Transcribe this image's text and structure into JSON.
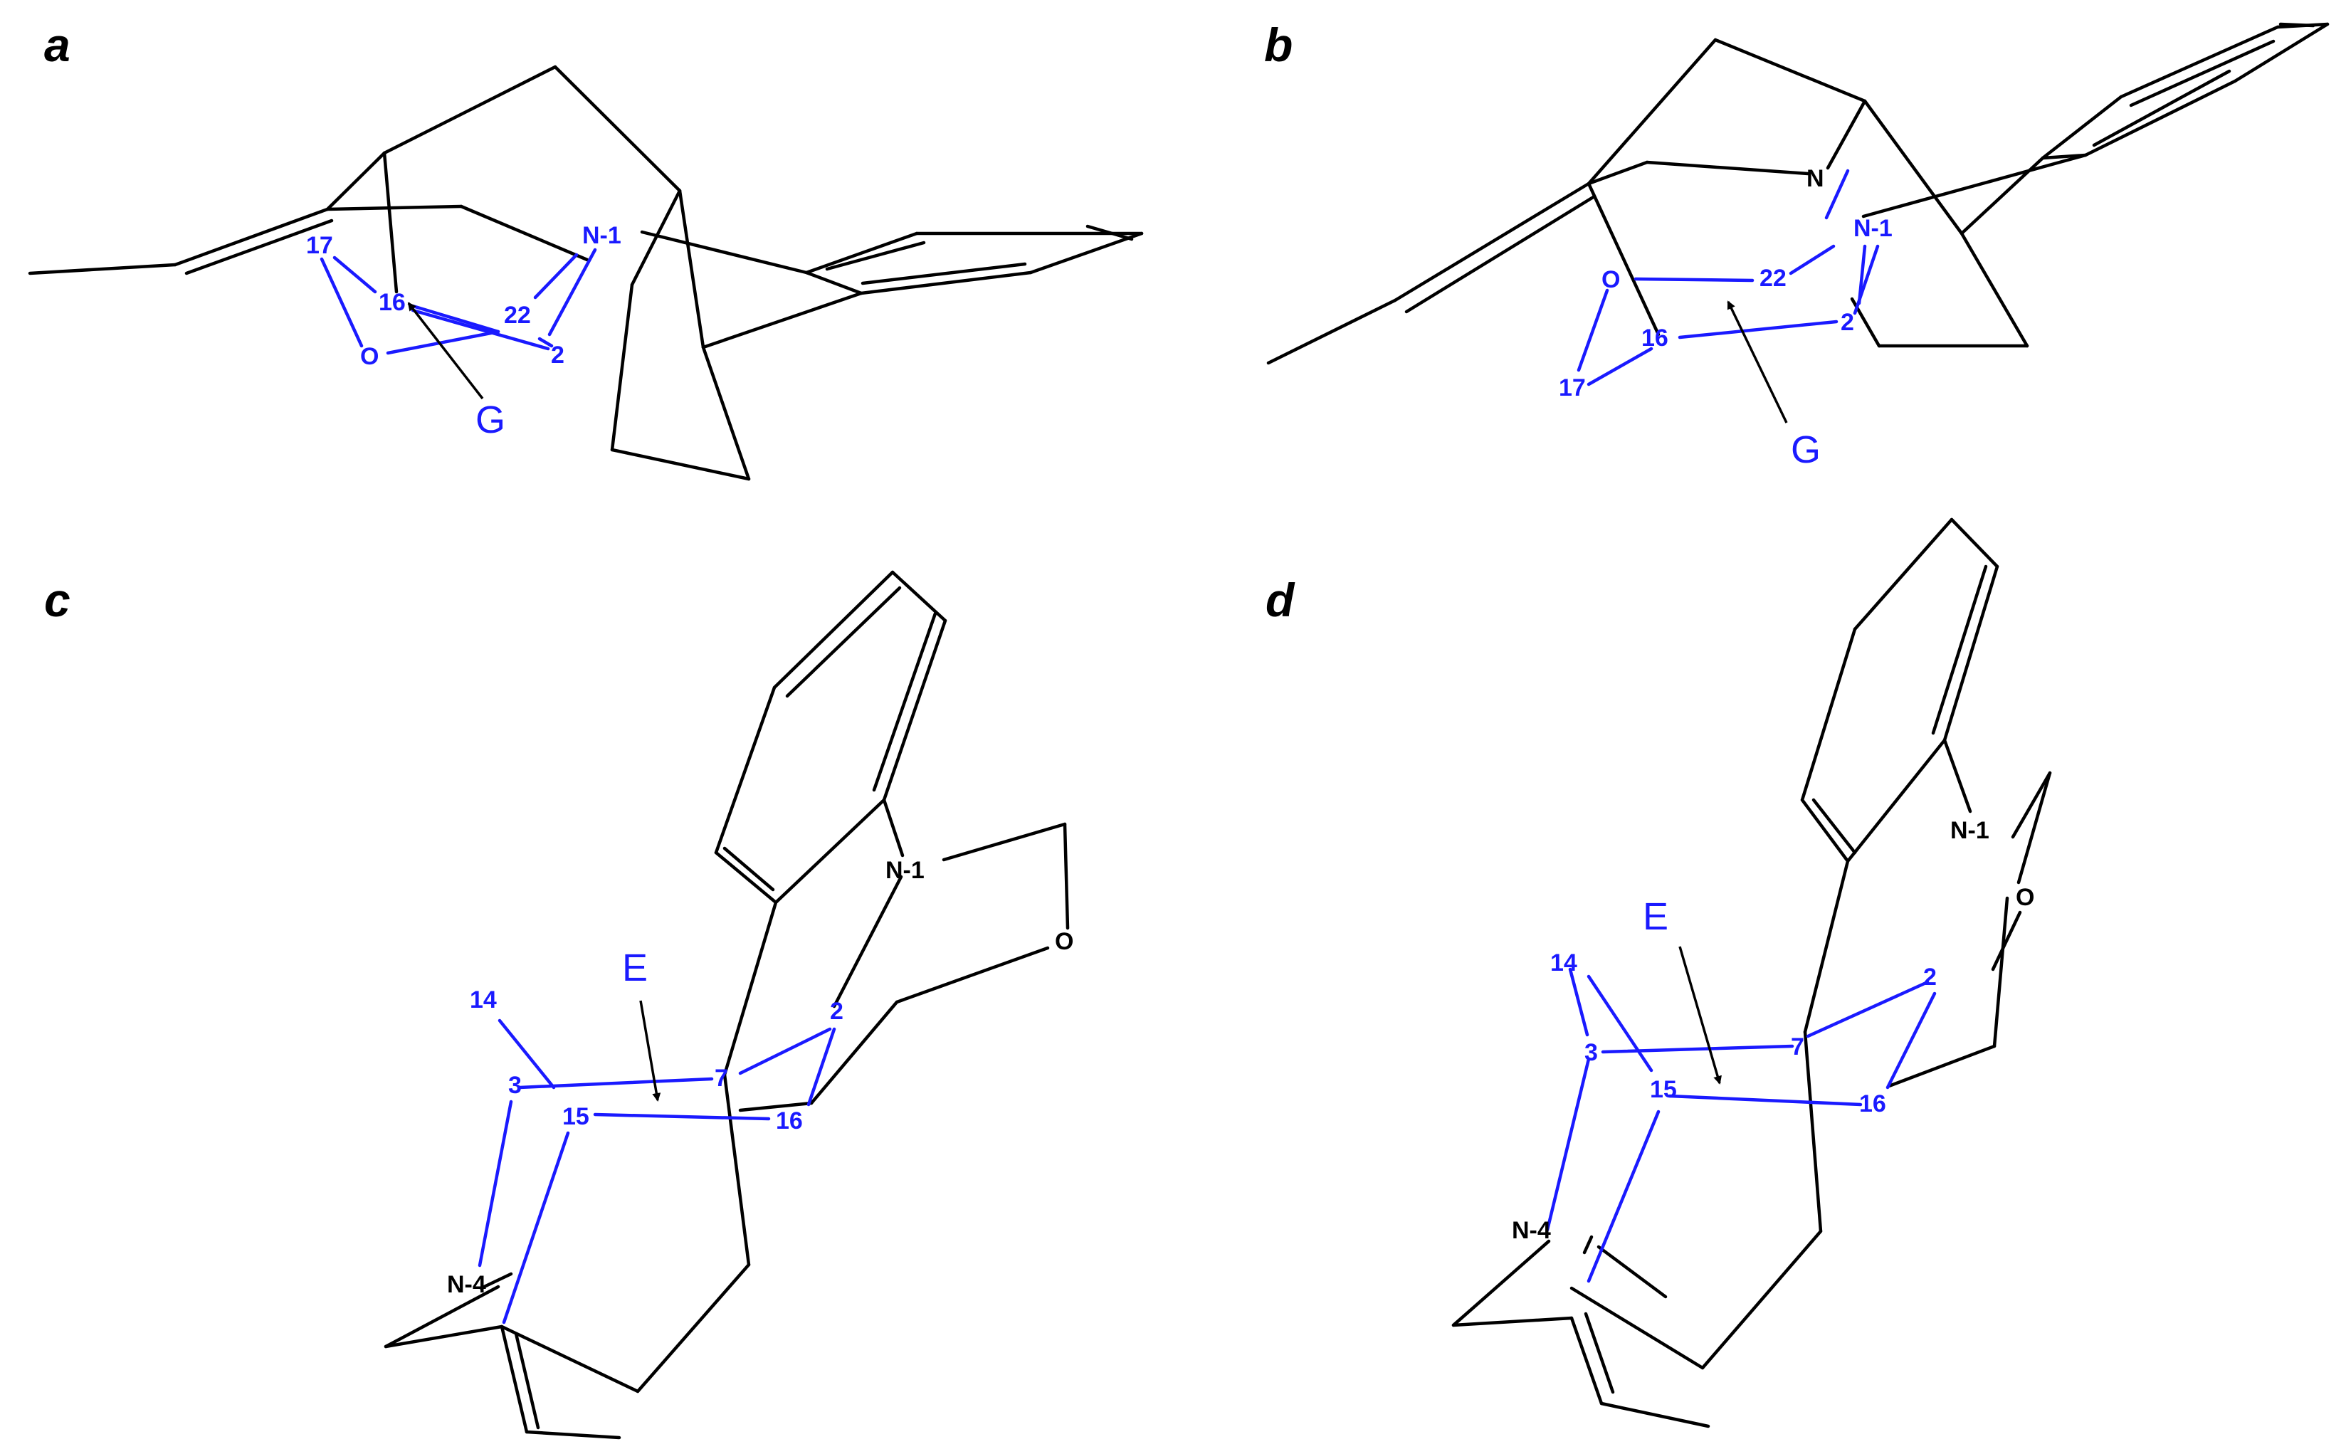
{
  "panels": [
    {
      "letter": "a",
      "atoms": {
        "n1": "N-1",
        "c17": "17",
        "c16": "16",
        "c22": "22",
        "o": "O",
        "c2": "2"
      },
      "marker": "G"
    },
    {
      "letter": "b",
      "atoms": {
        "n": "N",
        "n1": "N-1",
        "o": "O",
        "c22": "22",
        "c16": "16",
        "c2": "2",
        "c17": "17"
      },
      "marker": "G"
    },
    {
      "letter": "c",
      "atoms": {
        "n1": "N-1",
        "o": "O",
        "c14": "14",
        "c2": "2",
        "c3": "3",
        "c7": "7",
        "c15": "15",
        "c16": "16",
        "n4": "N-4"
      },
      "marker": "E"
    },
    {
      "letter": "d",
      "atoms": {
        "n1": "N-1",
        "o": "O",
        "c14": "14",
        "c2": "2",
        "c3": "3",
        "c7": "7",
        "c15": "15",
        "c16": "16",
        "n4": "N-4"
      },
      "marker": "E"
    }
  ],
  "colors": {
    "skeleton": "#000000",
    "highlight": "#1a1aff",
    "background": "#ffffff"
  }
}
